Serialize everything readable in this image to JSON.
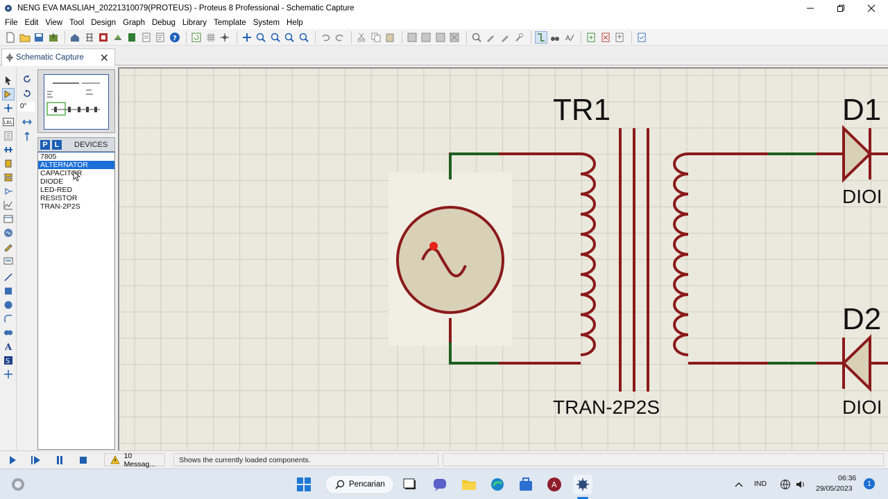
{
  "window": {
    "title": "NENG EVA MASLIAH_20221310079(PROTEUS) - Proteus 8 Professional - Schematic Capture",
    "minimize": "—",
    "maximize": "❐",
    "close": "✕"
  },
  "menu": [
    "File",
    "Edit",
    "View",
    "Tool",
    "Design",
    "Graph",
    "Debug",
    "Library",
    "Template",
    "System",
    "Help"
  ],
  "tab": {
    "label": "Schematic Capture",
    "close": "✕"
  },
  "rotation": {
    "angle": "0°"
  },
  "devices_panel": {
    "p_button": "P",
    "l_button": "L",
    "header": "DEVICES",
    "items": [
      "7805",
      "ALTERNATOR",
      "CAPACITOR",
      "DIODE",
      "LED-RED",
      "RESISTOR",
      "TRAN-2P2S"
    ],
    "selected": "ALTERNATOR"
  },
  "schematic": {
    "transformer_ref": "TR1",
    "transformer_value": "TRAN-2P2S",
    "diode1_ref": "D1",
    "diode1_value": "DIOI",
    "diode2_ref": "D2",
    "diode2_value": "DIOI",
    "wire_color": "#8b1a1a",
    "terminal_color": "#1f5e1f",
    "body_fill": "#d9d0b8",
    "grid_color": "#cfcdc2",
    "background": "#ebe9de"
  },
  "status": {
    "messages": "10 Messag...",
    "text": "Shows the currently loaded components."
  },
  "taskbar": {
    "search_label": "Pencarian",
    "lang": "IND",
    "time": "06:36",
    "date": "29/05/2023",
    "notification_count": "1",
    "apps": [
      "start-icon",
      "search-icon",
      "task-view-icon",
      "chat-icon",
      "file-explorer-icon",
      "edge-icon",
      "store-icon",
      "profile-app-icon",
      "proteus-app-icon"
    ]
  },
  "colors": {
    "accent": "#1b6fd8",
    "selected_device_bg": "#1b6fd8"
  }
}
